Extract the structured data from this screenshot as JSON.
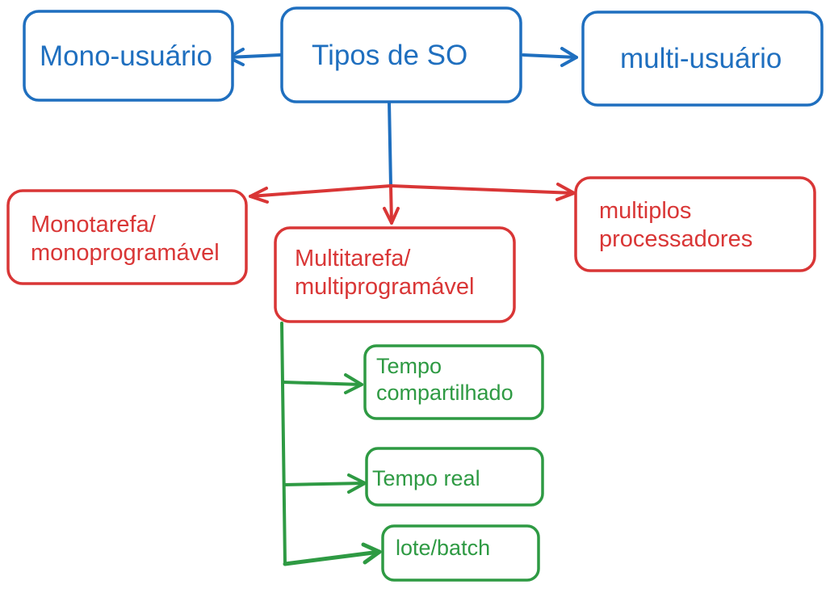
{
  "colors": {
    "blue": "#1f6fbf",
    "red": "#d93636",
    "green": "#2e9a43"
  },
  "nodes": {
    "root": {
      "lines": [
        "Tipos de SO"
      ],
      "color": "blue"
    },
    "mono_usuario": {
      "lines": [
        "Mono-usuário"
      ],
      "color": "blue"
    },
    "multi_usuario": {
      "lines": [
        "multi-usuário"
      ],
      "color": "blue"
    },
    "monotarefa": {
      "lines": [
        "Monotarefa/",
        "monoprogramável"
      ],
      "color": "red"
    },
    "multitarefa": {
      "lines": [
        "Multitarefa/",
        "multiprogramável"
      ],
      "color": "red"
    },
    "multiplos": {
      "lines": [
        "multiplos",
        "processadores"
      ],
      "color": "red"
    },
    "tempo_compartilhado": {
      "lines": [
        "Tempo",
        "compartilhado"
      ],
      "color": "green"
    },
    "tempo_real": {
      "lines": [
        "Tempo real"
      ],
      "color": "green"
    },
    "lote_batch": {
      "lines": [
        "lote/batch"
      ],
      "color": "green"
    }
  },
  "edges": [
    {
      "from": "root",
      "to": "mono_usuario"
    },
    {
      "from": "root",
      "to": "multi_usuario"
    },
    {
      "from": "root",
      "to": "monotarefa"
    },
    {
      "from": "root",
      "to": "multitarefa"
    },
    {
      "from": "root",
      "to": "multiplos"
    },
    {
      "from": "multitarefa",
      "to": "tempo_compartilhado"
    },
    {
      "from": "multitarefa",
      "to": "tempo_real"
    },
    {
      "from": "multitarefa",
      "to": "lote_batch"
    }
  ]
}
